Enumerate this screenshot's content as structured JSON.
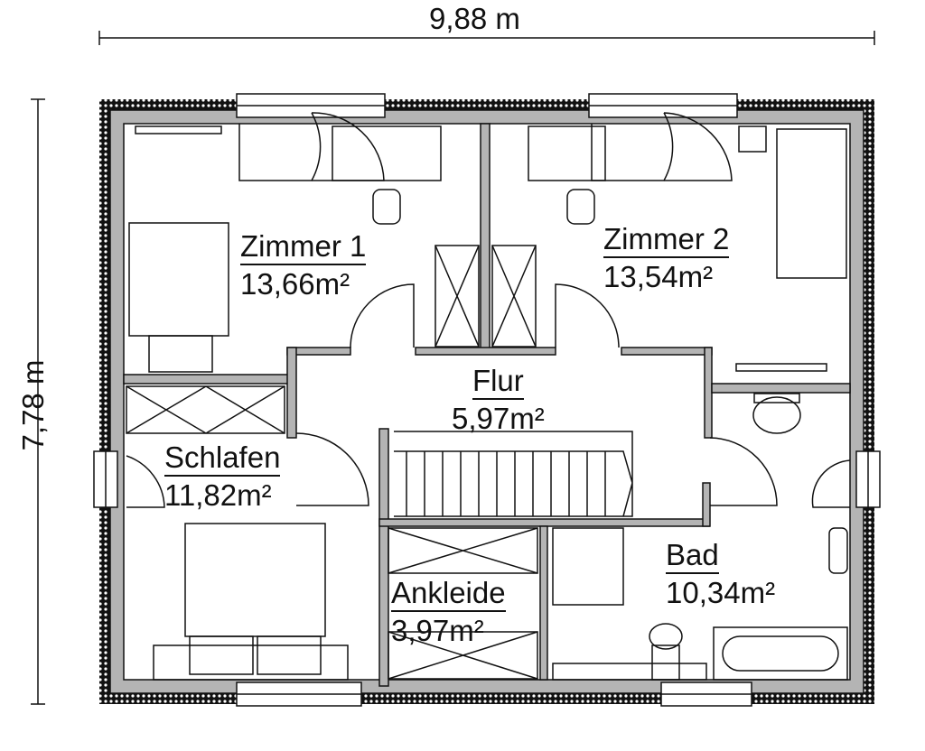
{
  "dimensions": {
    "width": "9,88 m",
    "height": "7,78 m"
  },
  "rooms": [
    {
      "name": "Zimmer 1",
      "area": "13,66m²"
    },
    {
      "name": "Zimmer 2",
      "area": "13,54m²"
    },
    {
      "name": "Flur",
      "area": "5,97m²"
    },
    {
      "name": "Schlafen",
      "area": "11,82m²"
    },
    {
      "name": "Ankleide",
      "area": "3,97m²"
    },
    {
      "name": "Bad",
      "area": "10,34m²"
    }
  ],
  "colors": {
    "wall_fill": "#b4b4b4",
    "line": "#111111"
  }
}
